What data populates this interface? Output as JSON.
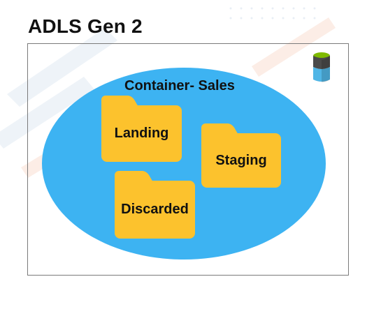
{
  "title": "ADLS Gen 2",
  "container": {
    "label": "Container- Sales"
  },
  "folders": [
    {
      "label": "Landing"
    },
    {
      "label": "Staging"
    },
    {
      "label": "Discarded"
    }
  ],
  "icons": {
    "storage": "storage-account-icon"
  },
  "colors": {
    "container_fill": "#3db3f2",
    "folder_fill": "#fcc22d",
    "frame_border": "#7a7a7a",
    "text": "#111111"
  }
}
